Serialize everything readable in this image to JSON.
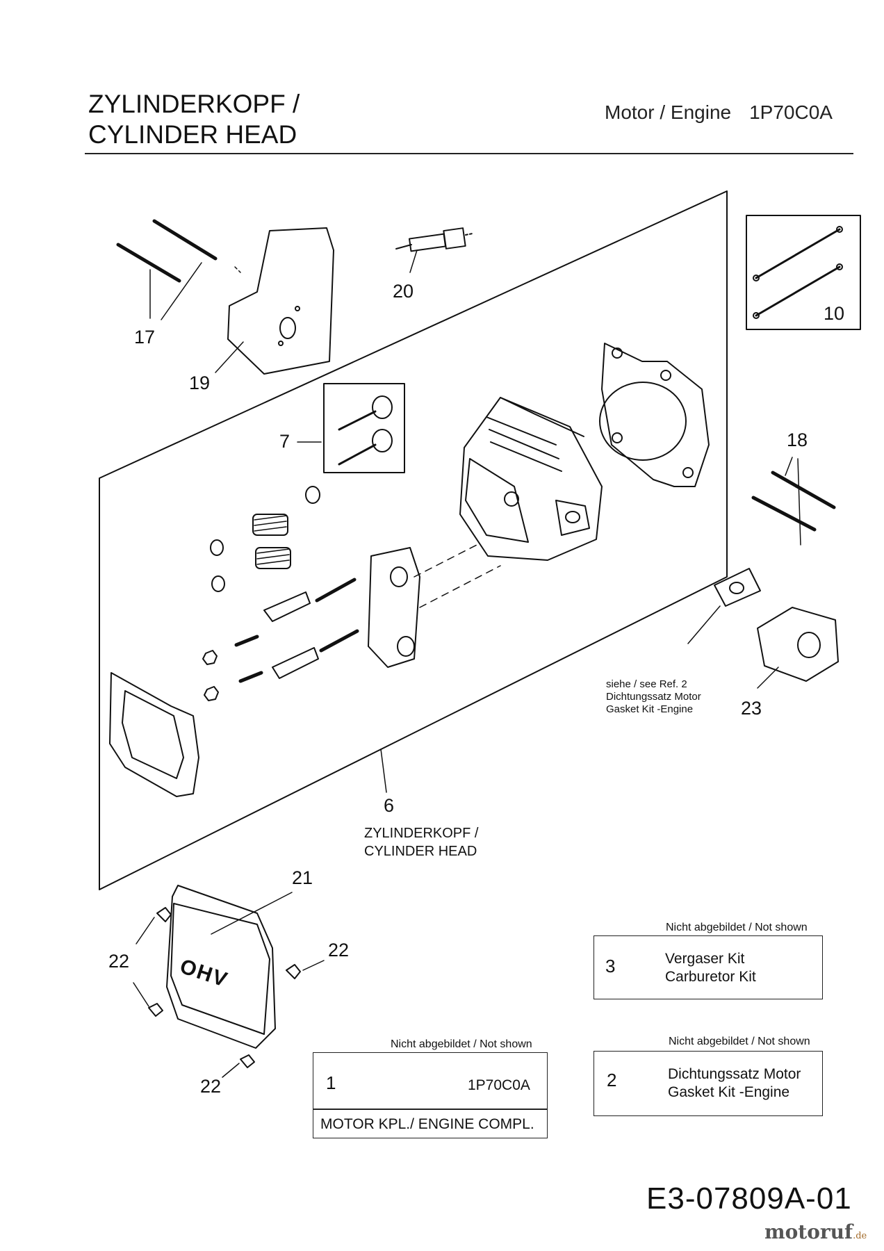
{
  "header": {
    "title_line1": "ZYLINDERKOPF /",
    "title_line2": "CYLINDER HEAD",
    "engine_label": "Motor / Engine",
    "engine_code": "1P70C0A"
  },
  "callouts": {
    "c17": "17",
    "c19": "19",
    "c20": "20",
    "c10": "10",
    "c7": "7",
    "c18": "18",
    "c6": "6",
    "c21": "21",
    "c22a": "22",
    "c22b": "22",
    "c22c": "22",
    "c23": "23"
  },
  "part6_caption": {
    "line1": "ZYLINDERKOPF /",
    "line2": "CYLINDER HEAD"
  },
  "see_note": {
    "line1": "siehe / see  Ref. 2",
    "line2": "Dichtungssatz Motor",
    "line3": "Gasket Kit -Engine"
  },
  "cover_text": "OHV",
  "boxes": {
    "b3": {
      "caption": "Nicht abgebildet / Not shown",
      "num": "3",
      "line1": "Vergaser Kit",
      "line2": "Carburetor Kit"
    },
    "b1": {
      "caption": "Nicht abgebildet / Not shown",
      "num": "1",
      "code": "1P70C0A",
      "desc": "MOTOR KPL./ ENGINE COMPL."
    },
    "b2": {
      "caption": "Nicht abgebildet / Not shown",
      "num": "2",
      "line1": "Dichtungssatz Motor",
      "line2": "Gasket Kit -Engine"
    }
  },
  "doc_number": "E3-07809A-01",
  "logo": {
    "main": "motoruf",
    "tld": ".de"
  }
}
